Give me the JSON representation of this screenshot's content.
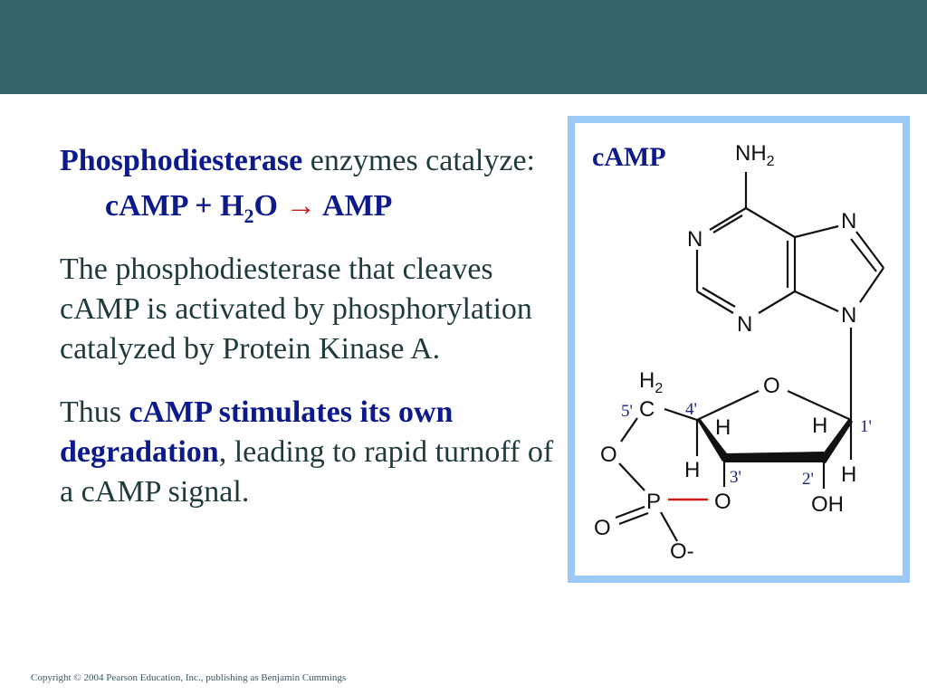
{
  "slide": {
    "intro_bold": "Phosphodiesterase",
    "intro_rest": " enzymes catalyze:",
    "reaction": {
      "left_a": "cAMP + H",
      "left_sub": "2",
      "left_b": "O ",
      "arrow": "→",
      "right": " AMP"
    },
    "para2": "The phosphodiesterase that cleaves cAMP is activated by phosphorylation catalyzed by Protein Kinase A.",
    "para3_a": "Thus ",
    "para3_bold": "cAMP stimulates its own degradation",
    "para3_b": ", leading to rapid turnoff of a cAMP signal.",
    "copyright": "Copyright © 2004 Pearson Education, Inc., publishing as Benjamin Cummings"
  },
  "structure": {
    "title": "cAMP",
    "amine_N": "NH",
    "amine_sub": "2",
    "ring_N1": "N",
    "ring_N2": "N",
    "ring_N3": "N",
    "ring_N4": "N",
    "ring_O": "O",
    "c5_H": "H",
    "c5_sub": "2",
    "c5_C": "C",
    "label_5p": "5'",
    "label_4p": "4'",
    "label_3p": "3'",
    "label_2p": "2'",
    "label_1p": "1'",
    "h4": "H",
    "h1": "H",
    "h3": "H",
    "h2": "H",
    "oh": "OH",
    "o5": "O",
    "p": "P",
    "o3": "O",
    "o_double": "O",
    "o_minus": "O-"
  },
  "colors": {
    "header_bar": "#356566",
    "box_border": "#9ccaf6",
    "emphasis": "#0c1a8c",
    "arrow": "#d11a1a",
    "body_text": "#1f3b3c"
  }
}
